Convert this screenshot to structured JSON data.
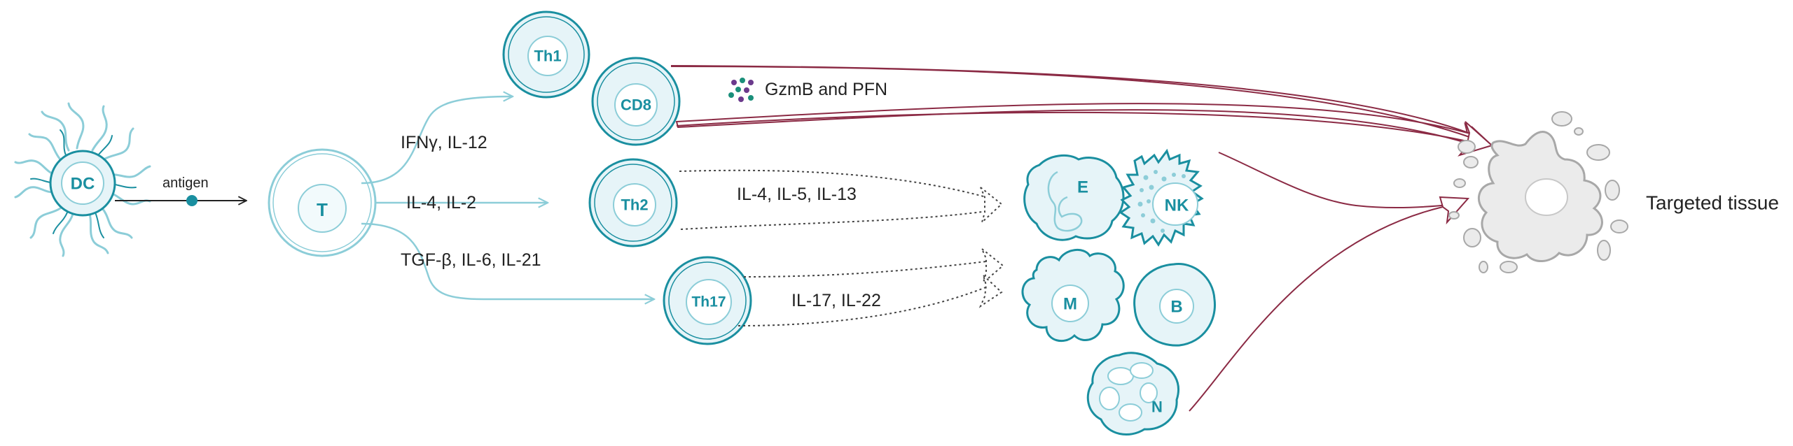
{
  "colors": {
    "teal": "#1a8fa0",
    "teal_light": "#8ccdd8",
    "cell_fill": "#e6f4f8",
    "maroon": "#8b2a44",
    "dotted": "#444444",
    "tissue_fill": "#ebebeb",
    "tissue_stroke": "#a8a8a8",
    "text": "#222222",
    "granule_purple": "#6b3a8c",
    "granule_teal": "#1a8f7a"
  },
  "cells": {
    "dc": "DC",
    "t": "T",
    "th1": "Th1",
    "cd8": "CD8",
    "th2": "Th2",
    "th17": "Th17",
    "eosinophil": "E",
    "nk": "NK",
    "macrophage": "M",
    "b_cell": "B",
    "neutrophil": "N"
  },
  "labels": {
    "antigen": "antigen",
    "th1_cytokines": "IFNγ, IL-12",
    "th2_cytokines": "IL-4, IL-2",
    "th17_cytokines": "TGF-β, IL-6, IL-21",
    "th2_effectors": "IL-4, IL-5, IL-13",
    "th17_effectors": "IL-17, IL-22",
    "cd8_effectors": "GzmB and PFN",
    "target": "Targeted tissue"
  }
}
